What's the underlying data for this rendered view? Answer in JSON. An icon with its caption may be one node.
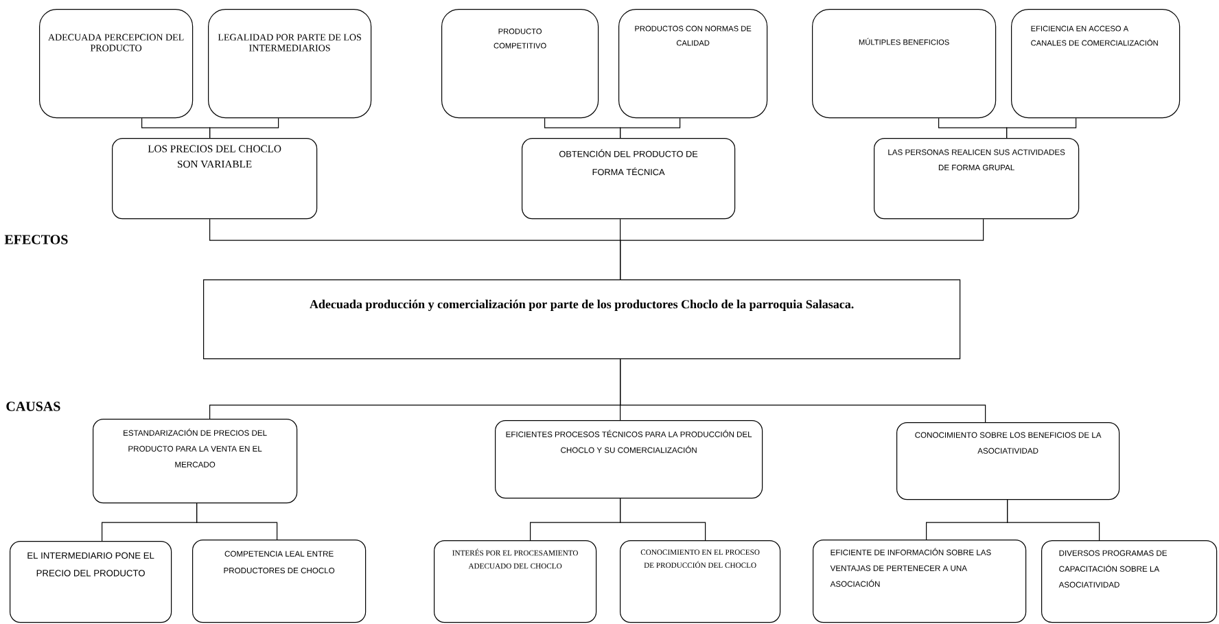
{
  "diagram": {
    "nodes": [
      {
        "text": [
          "ADECUADA PERCEPCION DEL PRODUCTO"
        ]
      },
      {
        "text": [
          "LEGALIDAD POR PARTE DE LOS INTERMEDIARIOS"
        ]
      },
      {
        "text": [
          "PRODUCTO COMPETITIVO"
        ]
      },
      {
        "text": [
          "PRODUCTOS CON NORMAS DE CALIDAD"
        ]
      },
      {
        "text": [
          "MÚLTIPLES BENEFICIOS"
        ]
      },
      {
        "text": [
          "EFICIENCIA EN ACCESO A CANALES DE COMERCIALIZACIÓN"
        ]
      },
      {
        "text": [
          "LOS PRECIOS DEL CHOCLO SON VARIABLE"
        ]
      },
      {
        "text": [
          "OBTENCIÓN DEL PRODUCTO DE FORMA TÉCNICA"
        ]
      },
      {
        "text": [
          "LAS PERSONAS REALICEN SUS ACTIVIDADES DE FORMA GRUPAL"
        ]
      },
      {
        "text": [
          "Adecuada producción y comercialización por parte de los productores Choclo de la parroquia Salasaca."
        ]
      },
      {
        "text": [
          "ESTANDARIZACIÓN DE PRECIOS DEL PRODUCTO PARA LA VENTA EN EL MERCADO"
        ]
      },
      {
        "text": [
          "EFICIENTES PROCESOS TÉCNICOS PARA LA PRODUCCIÓN DEL CHOCLO Y SU COMERCIALIZACIÓN"
        ]
      },
      {
        "text": [
          "CONOCIMIENTO SOBRE LOS BENEFICIOS DE LA ASOCIATIVIDAD"
        ]
      },
      {
        "text": [
          "EL INTERMEDIARIO PONE EL PRECIO DEL PRODUCTO"
        ]
      },
      {
        "text": [
          "COMPETENCIA LEAL ENTRE PRODUCTORES DE CHOCLO"
        ]
      },
      {
        "text": [
          "INTERÉS POR EL PROCESAMIENTO ADECUADO DEL CHOCLO"
        ]
      },
      {
        "text": [
          "CONOCIMIENTO EN EL PROCESO DE PRODUCCIÓN DEL CHOCLO"
        ]
      },
      {
        "text": [
          "EFICIENTE DE INFORMACIÓN SOBRE LAS VENTAJAS DE PERTENECER A UNA ASOCIACIÓN"
        ]
      },
      {
        "text": [
          "DIVERSOS PROGRAMAS DE CAPACITACIÓN SOBRE LA ASOCIATIVIDAD"
        ]
      }
    ],
    "edges": [
      {
        "from": 0,
        "to": 6,
        "arrow": "none"
      },
      {
        "from": 1,
        "to": 6,
        "arrow": "none"
      },
      {
        "from": 2,
        "to": 7,
        "arrow": "none"
      },
      {
        "from": 3,
        "to": 7,
        "arrow": "none"
      },
      {
        "from": 4,
        "to": 8,
        "arrow": "none"
      },
      {
        "from": 5,
        "to": 8,
        "arrow": "none"
      },
      {
        "from": 6,
        "to": 9,
        "arrow": "none"
      },
      {
        "from": 7,
        "to": 9,
        "arrow": "none"
      },
      {
        "from": 8,
        "to": 9,
        "arrow": "none"
      },
      {
        "from": 9,
        "to": 10,
        "arrow": "none"
      },
      {
        "from": 9,
        "to": 11,
        "arrow": "none"
      },
      {
        "from": 9,
        "to": 12,
        "arrow": "none"
      },
      {
        "from": 10,
        "to": 13,
        "arrow": "none"
      },
      {
        "from": 10,
        "to": 14,
        "arrow": "none"
      },
      {
        "from": 11,
        "to": 15,
        "arrow": "none"
      },
      {
        "from": 11,
        "to": 16,
        "arrow": "none"
      },
      {
        "from": 12,
        "to": 17,
        "arrow": "none"
      },
      {
        "from": 12,
        "to": 18,
        "arrow": "none"
      }
    ],
    "labels": [
      "EFECTOS",
      "CAUSAS"
    ]
  }
}
